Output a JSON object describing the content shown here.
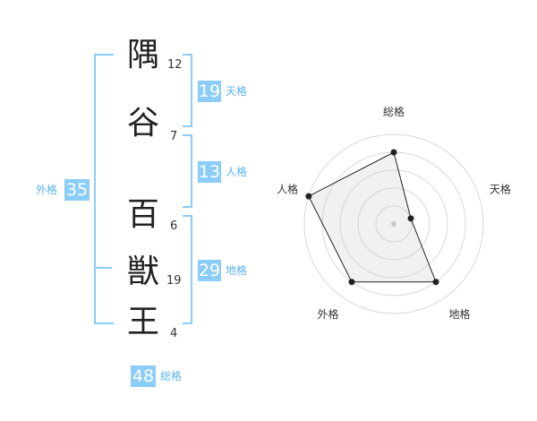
{
  "chars": [
    {
      "char": "隅",
      "strokes": "12"
    },
    {
      "char": "谷",
      "strokes": "7"
    },
    {
      "char": "百",
      "strokes": "6"
    },
    {
      "char": "獣",
      "strokes": "19"
    },
    {
      "char": "王",
      "strokes": "4"
    }
  ],
  "groups": {
    "tenkaku": {
      "value": "19",
      "label": "天格"
    },
    "jinkaku": {
      "value": "13",
      "label": "人格"
    },
    "chikaku": {
      "value": "29",
      "label": "地格"
    },
    "gaikaku": {
      "value": "35",
      "label": "外格"
    },
    "soukaku": {
      "value": "48",
      "label": "総格"
    }
  },
  "colors": {
    "accent": "#8bcdf8",
    "label": "#5ab4ee"
  },
  "chart_data": {
    "type": "radar",
    "axes": [
      "総格",
      "天格",
      "地格",
      "外格",
      "人格"
    ],
    "values": [
      4,
      1,
      4,
      4,
      5
    ],
    "range": [
      0,
      5
    ],
    "rings": 5
  }
}
